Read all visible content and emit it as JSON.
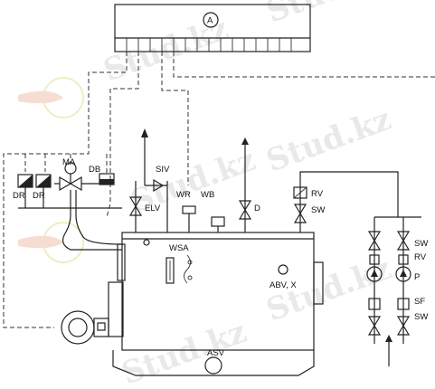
{
  "watermark": "Stud.kz",
  "labels": {
    "controller": "A",
    "ma": "MA",
    "db": "DB",
    "dr1": "DR",
    "dr2": "DR",
    "siv": "SIV",
    "elv": "ELV",
    "wr": "WR",
    "wb": "WB",
    "d": "D",
    "rv_top": "RV",
    "sw_top": "SW",
    "wsa": "WSA",
    "abv": "ABV, X",
    "sw_r": "SW",
    "rv_r": "RV",
    "p_r": "P",
    "sf_r": "SF",
    "sw_r2": "SW",
    "asv": "ASV"
  }
}
